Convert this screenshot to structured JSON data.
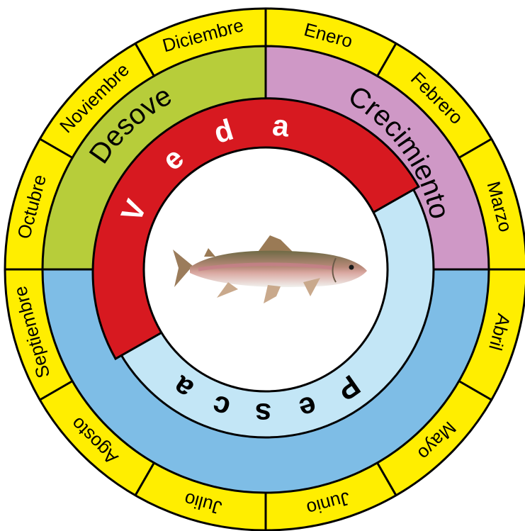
{
  "months": [
    "Enero",
    "Febrero",
    "Marzo",
    "Abril",
    "Mayo",
    "Junio",
    "Julio",
    "Agosto",
    "Septiembre",
    "Octubre",
    "Noviembre",
    "Diciembre"
  ],
  "phases": {
    "crecimiento": "Crecimiento",
    "desove": "Desove"
  },
  "bands": {
    "veda": [
      "V",
      "e",
      "d",
      "a"
    ],
    "pesca": [
      "P",
      "e",
      "s",
      "c",
      "a"
    ]
  },
  "colors": {
    "month_ring": "#ffee00",
    "crecimiento": "#cf98c6",
    "desove": "#b7cd3a",
    "pesca_outer": "#7ebde6",
    "veda": "#d71920",
    "pesca_inner": "#c3e6f6",
    "center": "#ffffff"
  },
  "center_icon": "trout-fish-icon"
}
